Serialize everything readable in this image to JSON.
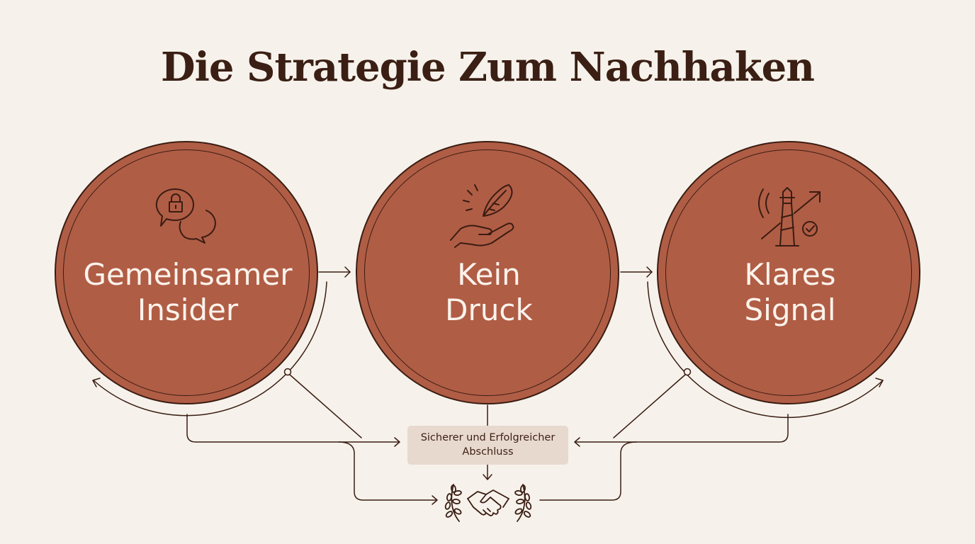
{
  "title": "Die Strategie Zum Nachhaken",
  "steps": [
    {
      "line1": "Gemeinsamer",
      "line2": "Insider",
      "icon": "chat-lock-icon"
    },
    {
      "line1": "Kein",
      "line2": "Druck",
      "icon": "feather-hand-icon"
    },
    {
      "line1": "Klares",
      "line2": "Signal",
      "icon": "lighthouse-signal-icon"
    }
  ],
  "result": {
    "line1": "Sicherer und Erfolgreicher",
    "line2": "Abschluss",
    "icon": "handshake-laurel-icon"
  },
  "colors": {
    "background": "#f6f2eb",
    "circle": "#b05d45",
    "line": "#3a1c12",
    "text_light": "#fbf3ec",
    "box": "#e8d9cf"
  }
}
